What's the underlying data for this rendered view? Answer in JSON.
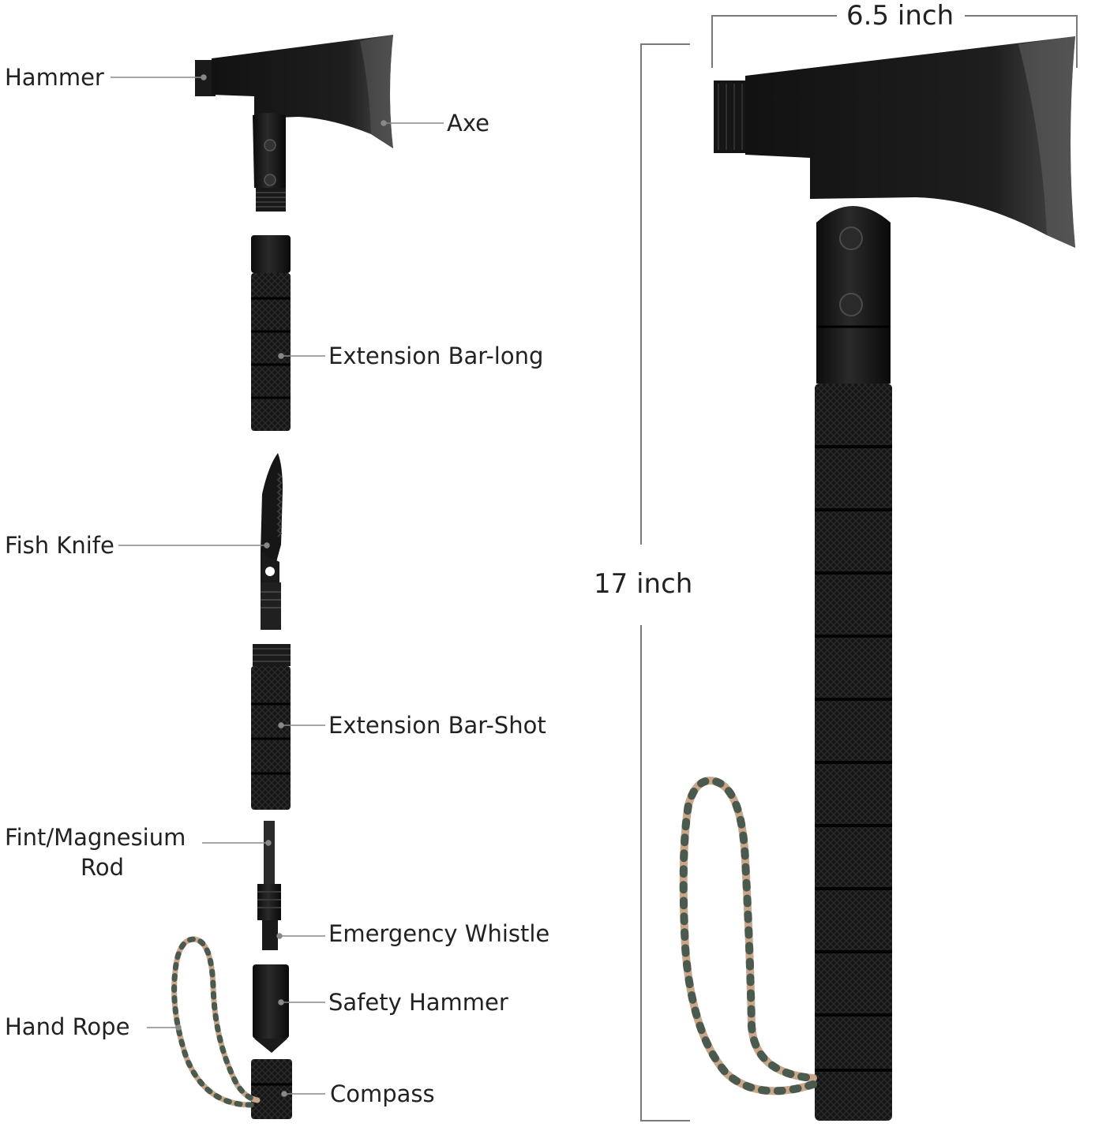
{
  "labels": {
    "hammer": "Hammer",
    "axe": "Axe",
    "extension_long": "Extension Bar-long",
    "fish_knife": "Fish Knife",
    "extension_short": "Extension Bar-Shot",
    "flint_line1": "Fint/Magnesium",
    "flint_line2": "Rod",
    "whistle": "Emergency Whistle",
    "safety_hammer": "Safety Hammer",
    "hand_rope": "Hand Rope",
    "compass": "Compass"
  },
  "dimensions": {
    "width": "6.5 inch",
    "length": "17 inch"
  },
  "colors": {
    "metal": "#141414",
    "metal_light": "#3a3a3a",
    "blade_edge": "#6e6e6e",
    "leader_line": "#888888",
    "rope_tan": "#c9a58a",
    "rope_dark": "#4a5a4e"
  }
}
